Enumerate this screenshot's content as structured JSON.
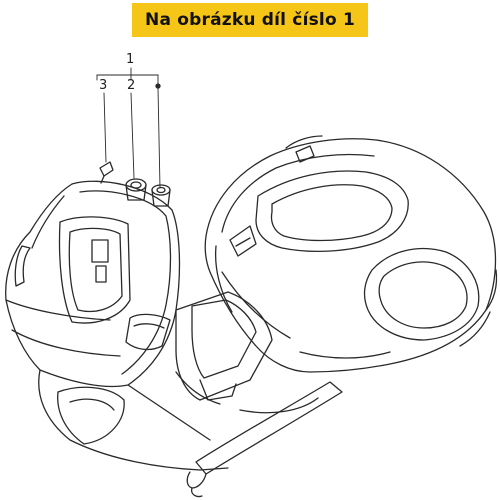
{
  "banner": {
    "text": "Na obrázku díl číslo 1"
  },
  "callouts": {
    "main": "1",
    "part_2": "2",
    "part_3": "3"
  },
  "colors": {
    "banner_bg": "#f5c518",
    "line": "#2a2a2a"
  }
}
